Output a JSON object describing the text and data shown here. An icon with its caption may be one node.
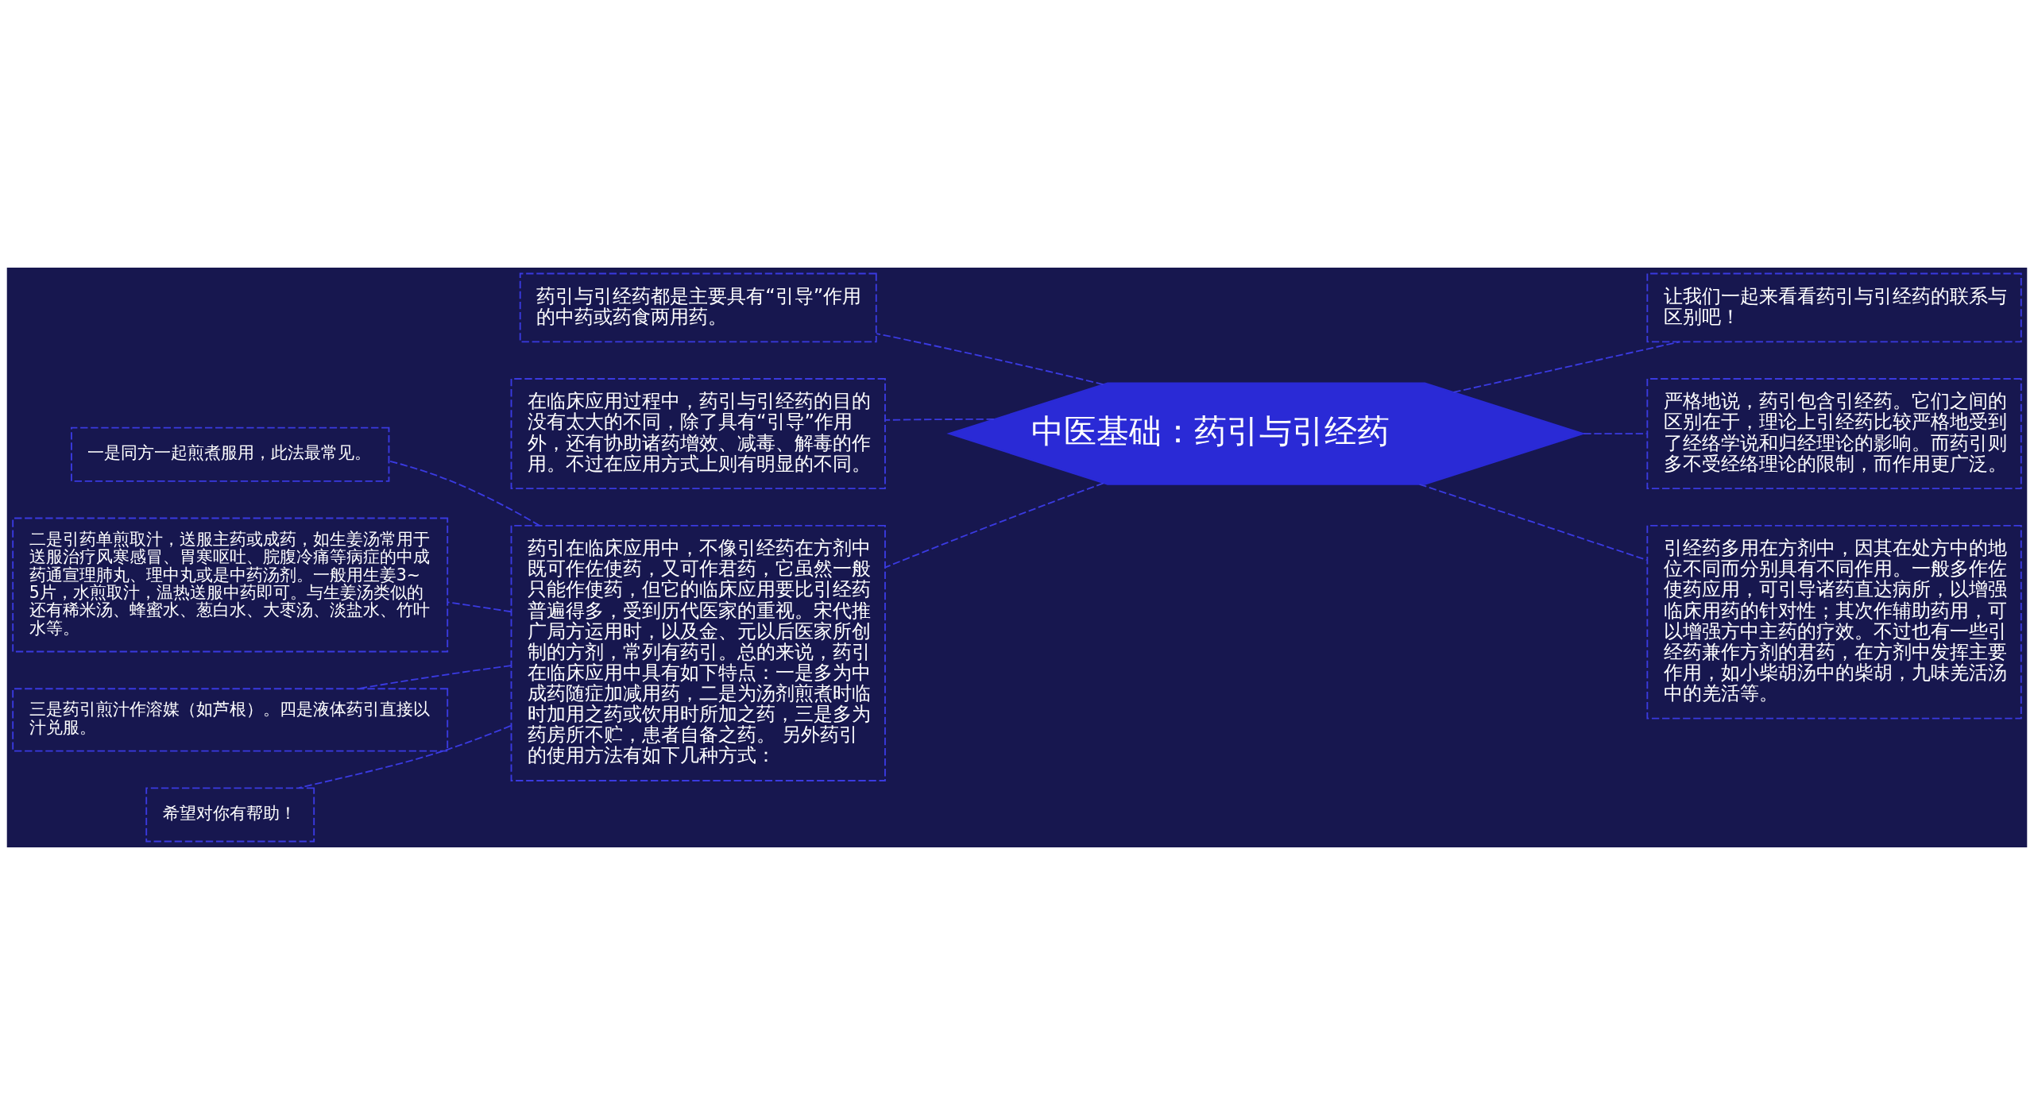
{
  "diagram": {
    "nodes": [
      {
        "text": [
          "中医基础：药引与引经药"
        ]
      },
      {
        "text": [
          "药引与引经药都是主要具有“引导”作用的中药或药食两用药。"
        ]
      },
      {
        "text": [
          "在临床应用过程中，药引与引经药的目的没有太大的不同，除了具有“引导”作用外，还有协助诸药增效、减毒、解毒的作用。不过在应用方式上则有明显的不同。"
        ]
      },
      {
        "text": [
          "药引在临床应用中，不像引经药在方剂中既可作佐使药，又可作君药，它虽然一般只能作使药，但它的临床应用要比引经药普遍得多，受到历代医家的重视。宋代推广局方运用时，以及金、元以后医家所创制的方剂，常列有药引。总的来说，药引在临床应用中具有如下特点：一是多为中成药随症加减用药，二是为汤剂煎煮时临时加用之药或饮用时所加之药，三是多为药房所不贮，患者自备之药。 另外药引的使用方法有如下几种方式："
        ]
      },
      {
        "text": [
          "一是同方一起煎煮服用，此法最常见。"
        ]
      },
      {
        "text": [
          "二是引药单煎取汁，送服主药或成药，如生姜汤常用于送服治疗风寒感冒、胃寒呕吐、脘腹冷痛等病症的中成药通宣理肺丸、理中丸或是中药汤剂。一般用生姜3~5片，水煎取汁，温热送服中药即可。与生姜汤类似的还有稀米汤、蜂蜜水、葱白水、大枣汤、淡盐水、竹叶水等。"
        ]
      },
      {
        "text": [
          "三是药引煎汁作溶媒（如芦根）。四是液体药引直接以汁兑服。"
        ]
      },
      {
        "text": [
          "希望对你有帮助！"
        ]
      },
      {
        "text": [
          "让我们一起来看看药引与引经药的联系与区别吧！"
        ]
      },
      {
        "text": [
          "严格地说，药引包含引经药。它们之间的区别在于，理论上引经药比较严格地受到了经络学说和归经理论的影响。而药引则多不受经络理论的限制，而作用更广泛。"
        ]
      },
      {
        "text": [
          "引经药多用在方剂中，因其在处方中的地位不同而分别具有不同作用。一般多作佐使药应用，可引导诸药直达病所，以增强临床用药的针对性；其次作辅助药用，可以增强方中主药的疗效。不过也有一些引经药兼作方剂的君药，在方剂中发挥主要作用，如小柴胡汤中的柴胡，九味羌活汤中的羌活等。"
        ]
      }
    ],
    "edges": [
      {
        "from": 0,
        "to": 1,
        "arrow": "none",
        "style": "dashed"
      },
      {
        "from": 0,
        "to": 2,
        "arrow": "none",
        "style": "dashed"
      },
      {
        "from": 0,
        "to": 3,
        "arrow": "none",
        "style": "dashed"
      },
      {
        "from": 3,
        "to": 4,
        "arrow": "none",
        "style": "dashed"
      },
      {
        "from": 3,
        "to": 5,
        "arrow": "none",
        "style": "dashed"
      },
      {
        "from": 3,
        "to": 6,
        "arrow": "none",
        "style": "dashed"
      },
      {
        "from": 3,
        "to": 7,
        "arrow": "none",
        "style": "dashed"
      },
      {
        "from": 0,
        "to": 8,
        "arrow": "none",
        "style": "dashed"
      },
      {
        "from": 0,
        "to": 9,
        "arrow": "none",
        "style": "dashed"
      },
      {
        "from": 0,
        "to": 10,
        "arrow": "none",
        "style": "dashed"
      }
    ]
  }
}
